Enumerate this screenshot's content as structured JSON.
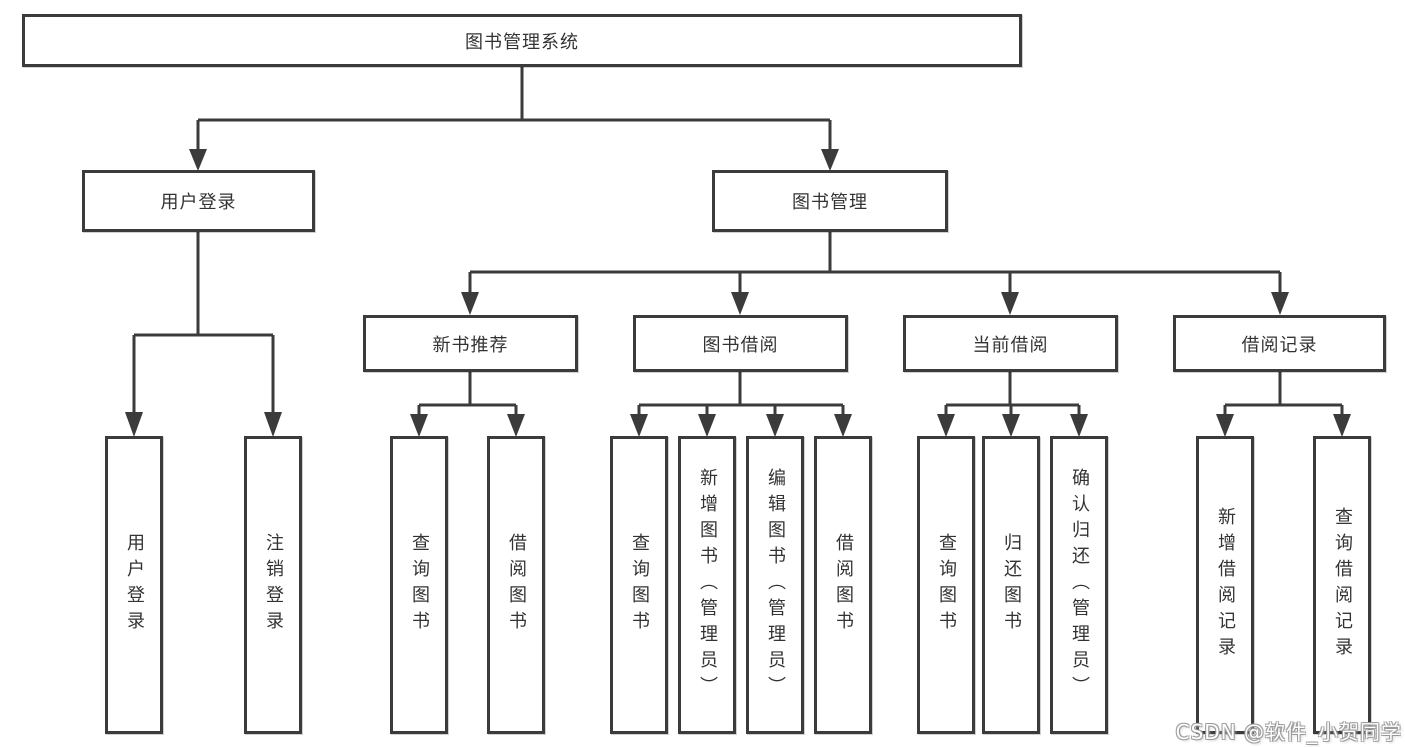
{
  "page": {
    "background": "#ffffff"
  },
  "diagram": {
    "type": "hierarchy-tree",
    "line_color": "#3b3b3b",
    "text_color": "#333333",
    "box_background": "#ffffff",
    "root": {
      "label": "图书管理系统",
      "children": [
        {
          "label": "用户登录",
          "children": [
            {
              "label": "用户登录"
            },
            {
              "label": "注销登录"
            }
          ]
        },
        {
          "label": "图书管理",
          "children": [
            {
              "label": "新书推荐",
              "children": [
                {
                  "label": "查询图书"
                },
                {
                  "label": "借阅图书"
                }
              ]
            },
            {
              "label": "图书借阅",
              "children": [
                {
                  "label": "查询图书"
                },
                {
                  "label": "新增图书（管理员）"
                },
                {
                  "label": "编辑图书（管理员）"
                },
                {
                  "label": "借阅图书"
                }
              ]
            },
            {
              "label": "当前借阅",
              "children": [
                {
                  "label": "查询图书"
                },
                {
                  "label": "归还图书"
                },
                {
                  "label": "确认归还（管理员）"
                }
              ]
            },
            {
              "label": "借阅记录",
              "children": [
                {
                  "label": "新增借阅记录"
                },
                {
                  "label": "查询借阅记录"
                }
              ]
            }
          ]
        }
      ]
    }
  },
  "watermark": {
    "text": "CSDN @软件_小贺同学",
    "color": "#ffffff"
  }
}
